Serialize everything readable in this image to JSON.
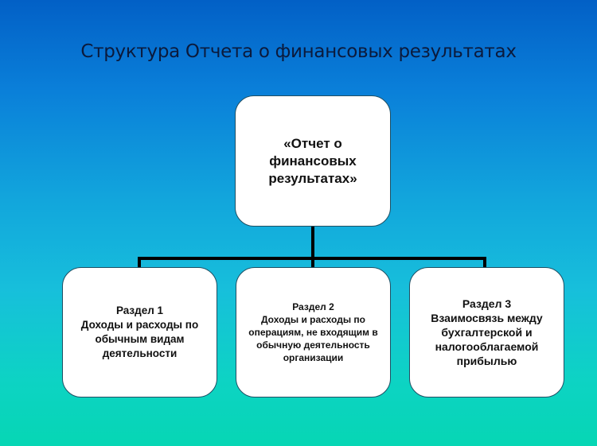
{
  "title": "Структура Отчета о финансовых результатах",
  "root": {
    "lines": [
      "«Отчет о",
      "финансовых",
      "результатах»"
    ]
  },
  "sections": [
    {
      "heading": "Раздел 1",
      "lines": [
        "Доходы и расходы по",
        "обычным видам",
        "деятельности"
      ]
    },
    {
      "heading": "Раздел 2",
      "lines": [
        "Доходы и расходы по",
        "операциям, не входящим в",
        "обычную деятельность",
        "организации"
      ]
    },
    {
      "heading": "Раздел 3",
      "lines": [
        "Взаимосвязь между",
        "бухгалтерской и",
        "налогооблагаемой",
        "прибылью"
      ]
    }
  ],
  "colors": {
    "background_top": "#0260c6",
    "background_bottom": "#06d6b4",
    "box_fill": "#ffffff",
    "connector": "#000000",
    "title_text": "#0b1a3c"
  }
}
